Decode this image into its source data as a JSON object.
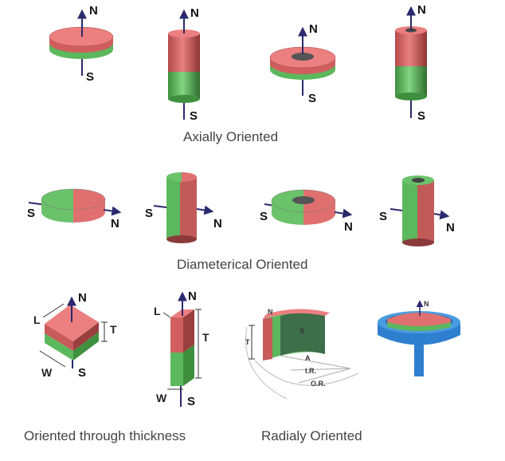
{
  "poles": {
    "north": "N",
    "south": "S"
  },
  "captions": {
    "axial": "Axially Oriented",
    "diametrical": "Diameterical Oriented",
    "thickness": "Oriented through thickness",
    "radial": "Radialy Oriented"
  },
  "dimensions": {
    "length": "L",
    "width": "W",
    "thickness": "T",
    "angle": "A",
    "inner_radius": "I.R.",
    "outer_radius": "O.R."
  },
  "colors": {
    "north_pole": "#e06b6b",
    "south_pole": "#6ac26a",
    "arrow": "#2a2a6e"
  }
}
